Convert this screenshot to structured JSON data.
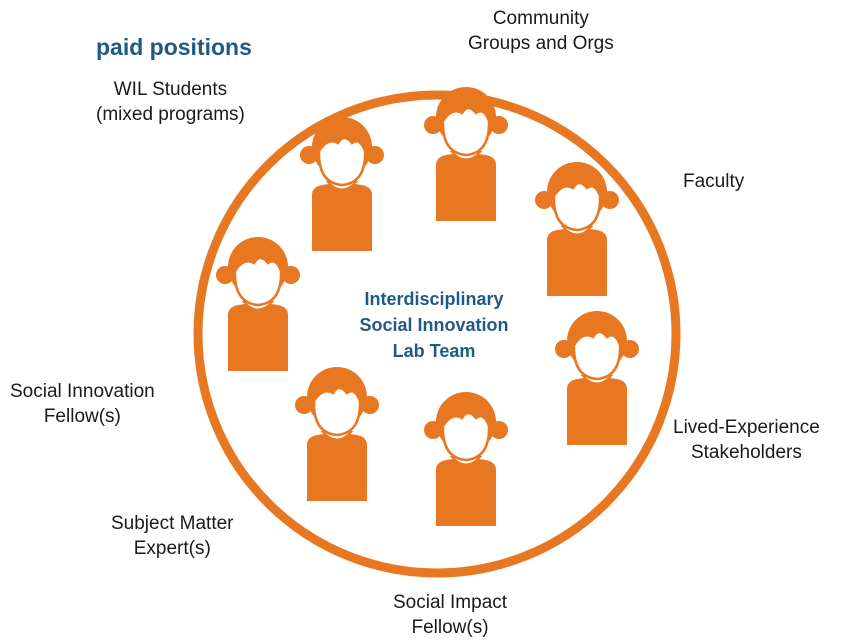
{
  "heading": "paid positions",
  "center": {
    "lines": [
      "Interdisciplinary",
      "Social Innovation",
      "Lab Team"
    ]
  },
  "labels": {
    "community": [
      "Community",
      "Groups and Orgs"
    ],
    "wil": [
      "WIL Students",
      "(mixed programs)"
    ],
    "faculty": [
      "Faculty"
    ],
    "lived": [
      "Lived-Experience",
      "Stakeholders"
    ],
    "social_innovation_fellow": [
      "Social Innovation",
      "Fellow(s)"
    ],
    "sme": [
      "Subject Matter",
      "Expert(s)"
    ],
    "social_impact_fellow": [
      "Social Impact",
      "Fellow(s)"
    ]
  },
  "colors": {
    "accent": "#e87722",
    "heading": "#1f5a86",
    "text": "#1a1a1a",
    "background": "#ffffff"
  },
  "icons": {
    "person": "person-icon",
    "circle": "team-circle"
  }
}
